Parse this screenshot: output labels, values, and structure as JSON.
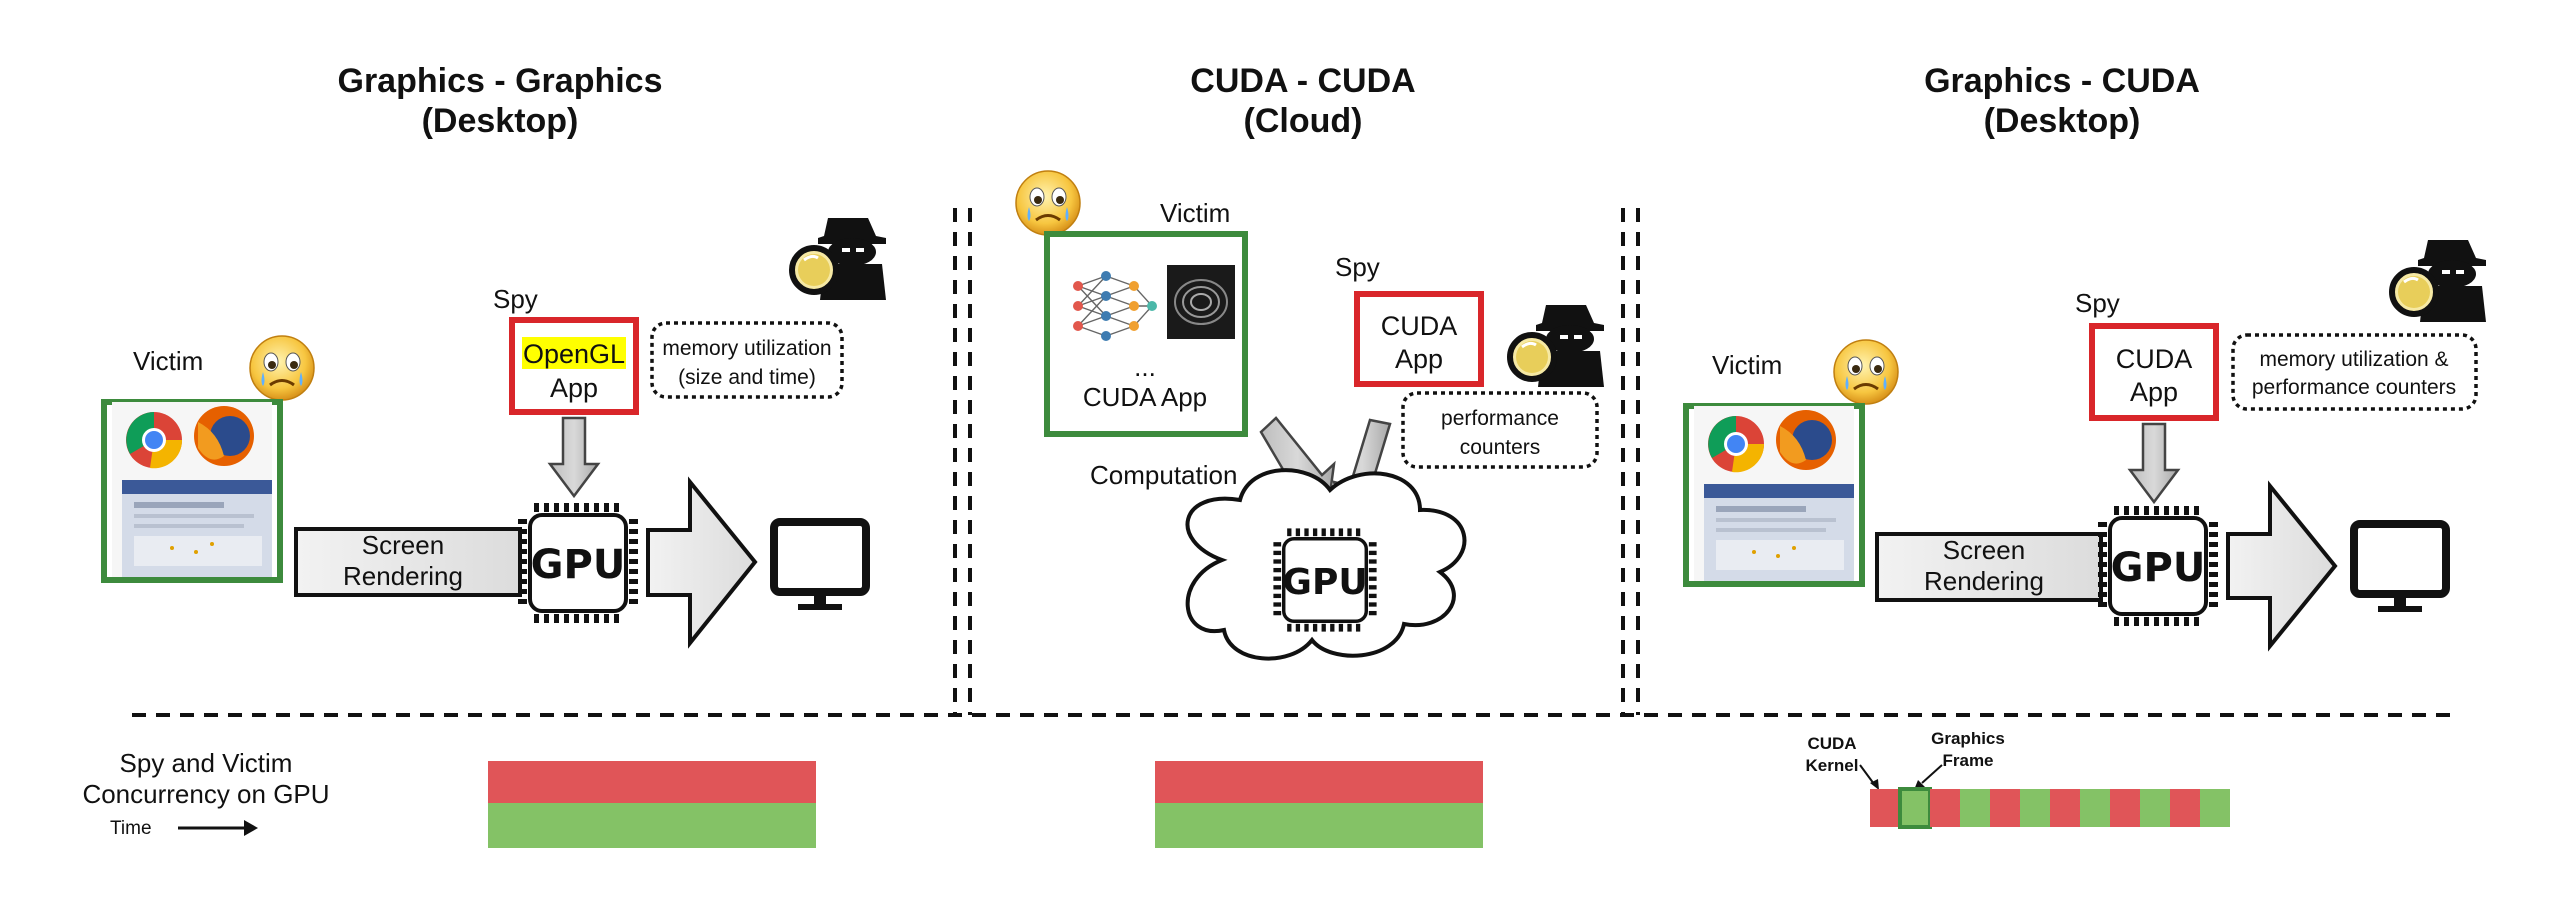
{
  "sections": [
    {
      "title_line1": "Graphics - Graphics",
      "title_line2": "(Desktop)",
      "victim_label": "Victim",
      "spy_label": "Spy",
      "spy_app_highlight": "OpenGL",
      "spy_app_line2": "App",
      "leak_line1": "memory utilization",
      "leak_line2": "(size and time)",
      "arrow_line1": "Screen",
      "arrow_line2": "Rendering",
      "gpu_label": "GPU"
    },
    {
      "title_line1": "CUDA - CUDA",
      "title_line2": "(Cloud)",
      "victim_label": "Victim",
      "victim_app_dots": "...",
      "victim_app_label": "CUDA App",
      "spy_label": "Spy",
      "spy_app_line1": "CUDA",
      "spy_app_line2": "App",
      "leak_line1": "performance",
      "leak_line2": "counters",
      "computation_label": "Computation",
      "gpu_label": "GPU"
    },
    {
      "title_line1": "Graphics - CUDA",
      "title_line2": "(Desktop)",
      "victim_label": "Victim",
      "spy_label": "Spy",
      "spy_app_line1": "CUDA",
      "spy_app_line2": "App",
      "leak_line1": "memory utilization &",
      "leak_line2": "performance counters",
      "arrow_line1": "Screen",
      "arrow_line2": "Rendering",
      "gpu_label": "GPU"
    }
  ],
  "concurrency": {
    "line1": "Spy and Victim",
    "line2": "Concurrency on GPU",
    "time_label": "Time",
    "kernel_line1": "CUDA",
    "kernel_line2": "Kernel",
    "frame_line1": "Graphics",
    "frame_line2": "Frame"
  },
  "colors": {
    "spy_red": "#e05558",
    "victim_green": "#84c266",
    "frame_green_box": "#3d8b3d",
    "spy_box_red": "#d9262a",
    "highlight_yellow": "#ffff00"
  },
  "icons": {
    "emoji": "crying-face-icon",
    "spy": "spy-with-magnifier-icon",
    "browser": "browser-screenshot-icon",
    "monitor": "monitor-icon",
    "cloud": "cloud-icon"
  }
}
